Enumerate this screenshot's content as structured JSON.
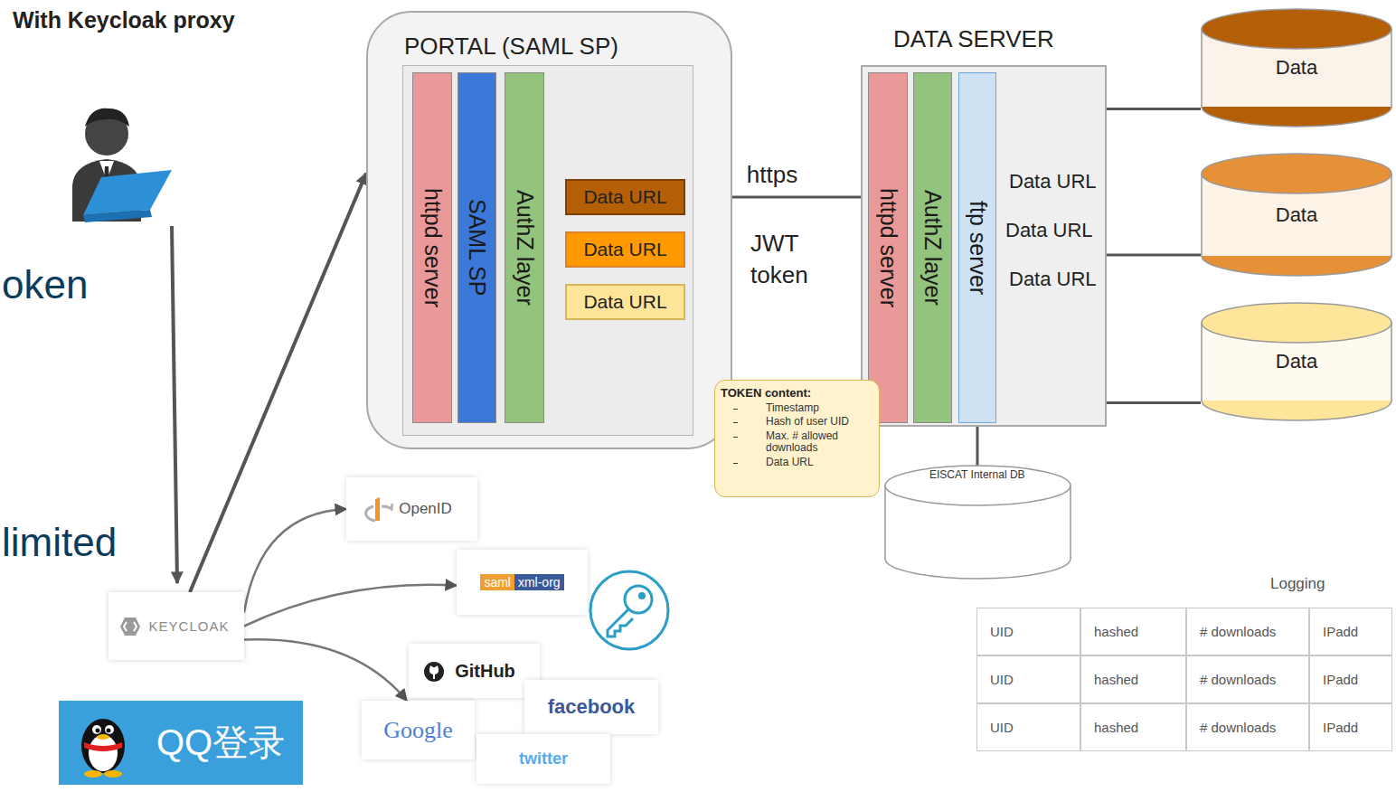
{
  "diagram": {
    "title": "With Keycloak proxy",
    "nodes": [
      {
        "text": [
          "PORTAL (SAML SP)"
        ]
      },
      {
        "text": [
          "httpd server"
        ],
        "in": 0
      },
      {
        "text": [
          "SAML SP"
        ],
        "in": 0
      },
      {
        "text": [
          "AuthZ layer"
        ],
        "in": 0
      },
      {
        "text": [
          "Data URL"
        ],
        "in": 0
      },
      {
        "text": [
          "Data URL"
        ],
        "in": 0
      },
      {
        "text": [
          "Data URL"
        ],
        "in": 0
      },
      {
        "text": [
          "DATA SERVER"
        ]
      },
      {
        "text": [
          "httpd server"
        ],
        "in": 7
      },
      {
        "text": [
          "AuthZ layer"
        ],
        "in": 7
      },
      {
        "text": [
          "ftp server"
        ],
        "in": 7
      },
      {
        "text": [
          "TOKEN content:",
          "Timestamp",
          "Hash of user UID",
          "Max. # allowed downloads",
          "Data URL"
        ]
      },
      {
        "text": [
          "Data"
        ]
      },
      {
        "text": [
          "Data"
        ]
      },
      {
        "text": [
          "Data"
        ]
      },
      {
        "text": [
          "EISCAT Internal DB"
        ]
      },
      {
        "text": [
          "KEYCLOAK"
        ]
      },
      {
        "text": [
          "OpenID"
        ]
      },
      {
        "text": [
          "saml",
          "xml-org"
        ]
      },
      {
        "text": [
          "GitHub"
        ]
      },
      {
        "text": [
          "Google"
        ]
      },
      {
        "text": [
          "facebook"
        ]
      },
      {
        "text": [
          "twitter"
        ]
      },
      {
        "text": [
          "QQ登录"
        ]
      }
    ],
    "edges": [
      {
        "from": 4,
        "to": 8,
        "label": "https",
        "arrow": "none"
      },
      {
        "from": 7,
        "to": 12,
        "arrow": "none"
      },
      {
        "from": 7,
        "to": 13,
        "arrow": "none"
      },
      {
        "from": 7,
        "to": 14,
        "arrow": "none"
      },
      {
        "from": 10,
        "to": 15,
        "arrow": "none"
      },
      {
        "from": 16,
        "to": 0,
        "arrow": "to"
      },
      {
        "from": 16,
        "to": 17,
        "arrow": "to"
      },
      {
        "from": 16,
        "to": 18,
        "arrow": "to"
      },
      {
        "from": 16,
        "to": 20,
        "arrow": "to"
      }
    ],
    "labels": [
      "oken",
      "limited",
      "JWT token",
      "Data URL",
      "Data URL",
      "Data URL",
      "Logging",
      "UID",
      "hashed",
      "# downloads",
      "IPadd",
      "UID",
      "hashed",
      "# downloads",
      "IPadd",
      "UID",
      "hashed",
      "# downloads",
      "IPadd"
    ]
  }
}
